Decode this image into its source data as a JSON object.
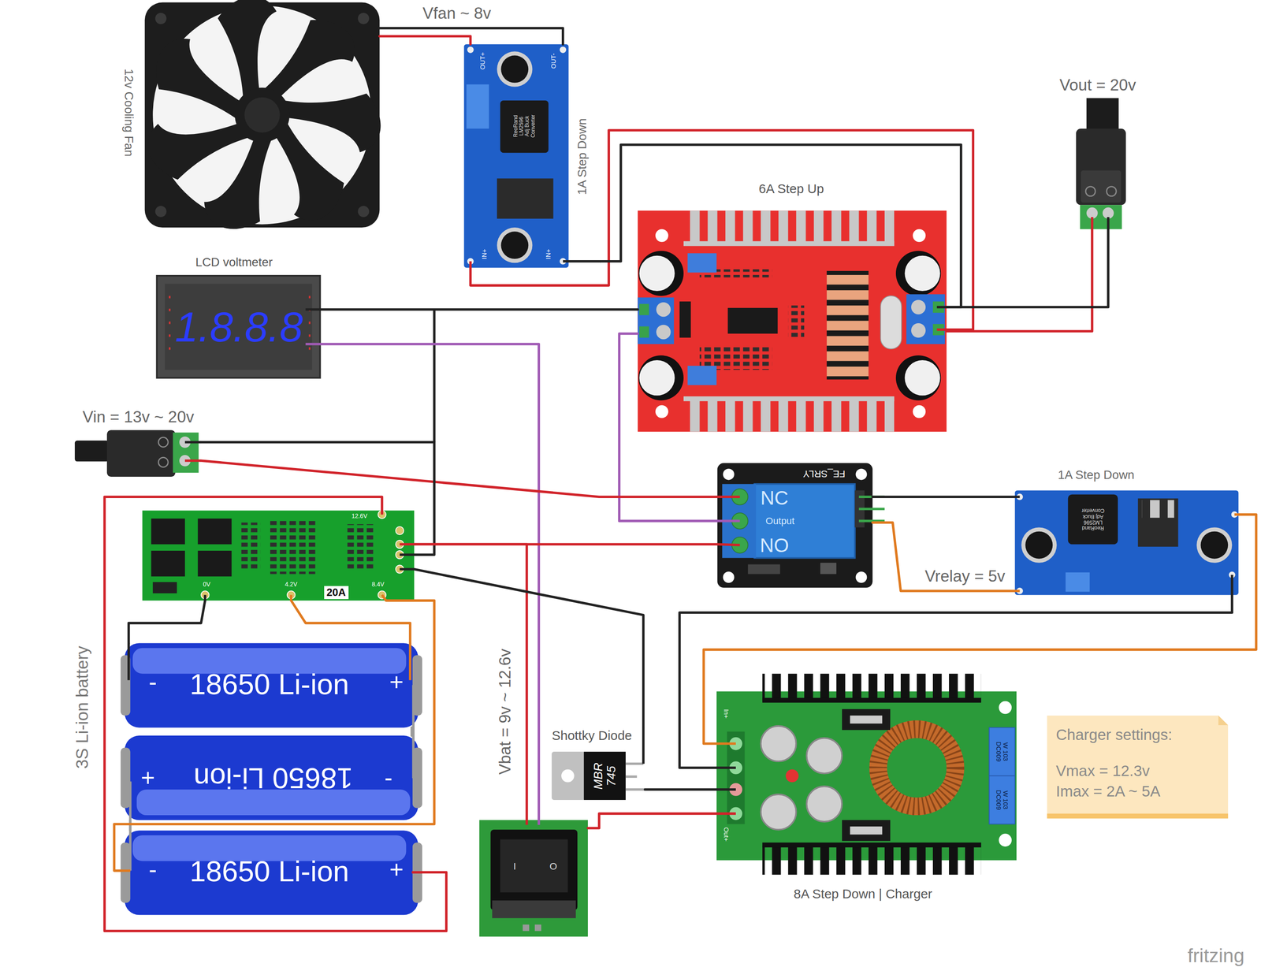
{
  "diagram": {
    "nodes": [
      {
        "text": [
          "12v Cooling Fan"
        ]
      },
      {
        "text": [
          "1A Step Down",
          "OUT+",
          "OUT-",
          "ReoRand LM2596 Adj Buck Converter",
          "IN+",
          "IN+"
        ]
      },
      {
        "text": [
          "LCD voltmeter",
          "1.8.8.8"
        ]
      },
      {
        "text": [
          "6A Step Up"
        ]
      },
      {
        "text": [
          "Vout = 20v"
        ]
      },
      {
        "text": [
          "Vin = 13v ~ 20v"
        ]
      },
      {
        "text": [
          "12.6V",
          "0V",
          "4.2V",
          "20A",
          "8.4V"
        ]
      },
      {
        "text": [
          "FE_SRLY",
          "NC",
          "Output",
          "NO"
        ]
      },
      {
        "text": [
          "1A Step Down",
          "ReoRand LM2596 Adj Buck Converter"
        ]
      },
      {
        "text": [
          "18650 Li-ion",
          "-",
          "+"
        ]
      },
      {
        "text": [
          "18650 Li-ion",
          "+",
          "-"
        ]
      },
      {
        "text": [
          "18650 Li-ion",
          "-",
          "+"
        ]
      },
      {
        "text": [
          "I",
          "O"
        ]
      },
      {
        "text": [
          "Shottky Diode",
          "MBR 745"
        ]
      },
      {
        "text": [
          "8A Step Down | Charger",
          "In+",
          "Out+",
          "W 103 DC009",
          "W 103 DC009"
        ]
      },
      {
        "text": [
          "Charger settings:",
          "Vmax = 12.3v",
          "Imax = 2A ~ 5A"
        ]
      }
    ],
    "edges": [
      {
        "from": 0,
        "to": 1,
        "arrow": "none"
      },
      {
        "from": 0,
        "to": 1,
        "arrow": "none"
      },
      {
        "from": 1,
        "to": 3,
        "arrow": "none"
      },
      {
        "from": 1,
        "to": 3,
        "arrow": "none"
      },
      {
        "from": 3,
        "to": 4,
        "arrow": "none"
      },
      {
        "from": 3,
        "to": 4,
        "arrow": "none"
      },
      {
        "from": 2,
        "to": 3,
        "arrow": "none"
      },
      {
        "from": 2,
        "to": 12,
        "arrow": "none"
      },
      {
        "from": 3,
        "to": 7,
        "arrow": "none"
      },
      {
        "from": 5,
        "to": 7,
        "arrow": "none"
      },
      {
        "from": 5,
        "to": 6,
        "arrow": "none"
      },
      {
        "from": 6,
        "to": 7,
        "arrow": "none"
      },
      {
        "from": 6,
        "to": 12,
        "arrow": "none"
      },
      {
        "from": 6,
        "to": 13,
        "arrow": "none"
      },
      {
        "from": 13,
        "to": 14,
        "arrow": "none"
      },
      {
        "from": 14,
        "to": 12,
        "arrow": "none"
      },
      {
        "from": 14,
        "to": 8,
        "arrow": "none"
      },
      {
        "from": 14,
        "to": 8,
        "arrow": "none"
      },
      {
        "from": 7,
        "to": 8,
        "arrow": "none"
      },
      {
        "from": 7,
        "to": 8,
        "arrow": "none"
      },
      {
        "from": 6,
        "to": 9,
        "arrow": "none"
      },
      {
        "from": 6,
        "to": 9,
        "arrow": "none"
      },
      {
        "from": 9,
        "to": 10,
        "arrow": "none"
      },
      {
        "from": 10,
        "to": 11,
        "arrow": "none"
      },
      {
        "from": 6,
        "to": 11,
        "arrow": "none"
      },
      {
        "from": 6,
        "to": 11,
        "arrow": "none"
      }
    ],
    "labels": [
      "Vfan ~ 8v",
      "Vrelay = 5v",
      "Vbat = 9v ~ 12.6v",
      "3S Li-ion battery",
      "fritzing"
    ]
  }
}
